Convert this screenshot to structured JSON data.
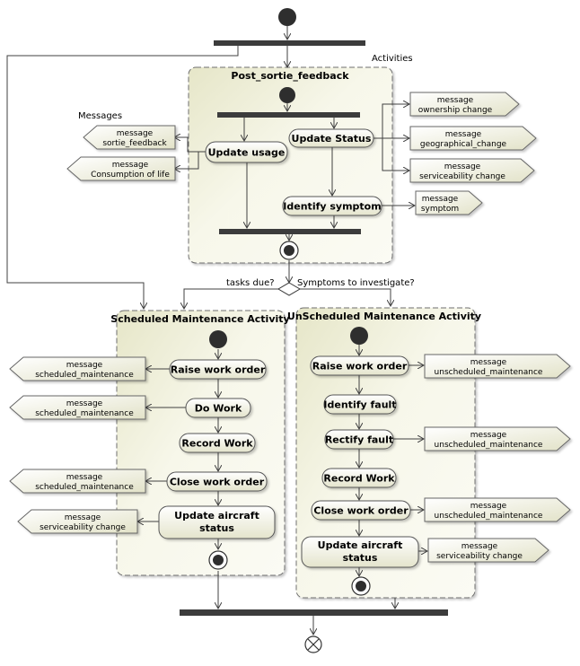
{
  "labels": {
    "activities": "Activities",
    "messages": "Messages",
    "tasks_due": "tasks due?",
    "symptoms": "Symptoms to investigate?"
  },
  "groups": {
    "post_sortie": "Post_sortie_feedback",
    "scheduled": "Scheduled Maintenance Activity",
    "unscheduled": "UnScheduled Maintenance Activity"
  },
  "actions": {
    "update_usage": "Update usage",
    "update_status": "Update Status",
    "identify_symptom": "Identify symptom",
    "s_raise": "Raise work order",
    "s_do": "Do Work",
    "s_record": "Record Work",
    "s_close": "Close work order",
    "s_update_1": "Update aircraft",
    "s_update_2": "status",
    "u_raise": "Raise work order",
    "u_identify": "Identify fault",
    "u_rectify": "Rectify fault",
    "u_record": "Record Work",
    "u_close": "Close work order",
    "u_update_1": "Update aircraft",
    "u_update_2": "status"
  },
  "messages": {
    "m_sortie": [
      "message",
      "sortie_feedback"
    ],
    "m_consumption": [
      "message",
      "Consumption of life"
    ],
    "m_ownership": [
      "message",
      "ownership change"
    ],
    "m_geographical": [
      "message",
      "geographical_change"
    ],
    "m_serviceability1": [
      "message",
      "serviceability change"
    ],
    "m_symptom": [
      "message",
      "symptom"
    ],
    "m_s1": [
      "message",
      "scheduled_maintenance"
    ],
    "m_s2": [
      "message",
      "scheduled_maintenance"
    ],
    "m_s3": [
      "message",
      "scheduled_maintenance"
    ],
    "m_s4": [
      "message",
      "serviceability change"
    ],
    "m_u1": [
      "message",
      "unscheduled_maintenance"
    ],
    "m_u2": [
      "message",
      "unscheduled_maintenance"
    ],
    "m_u3": [
      "message",
      "unscheduled_maintenance"
    ],
    "m_u4": [
      "message",
      "serviceability change"
    ]
  },
  "colors": {
    "group_fill": "#f4f4e0",
    "action_fill": "#f2f2e2",
    "bar": "#3c3c3c",
    "line": "#404040"
  }
}
